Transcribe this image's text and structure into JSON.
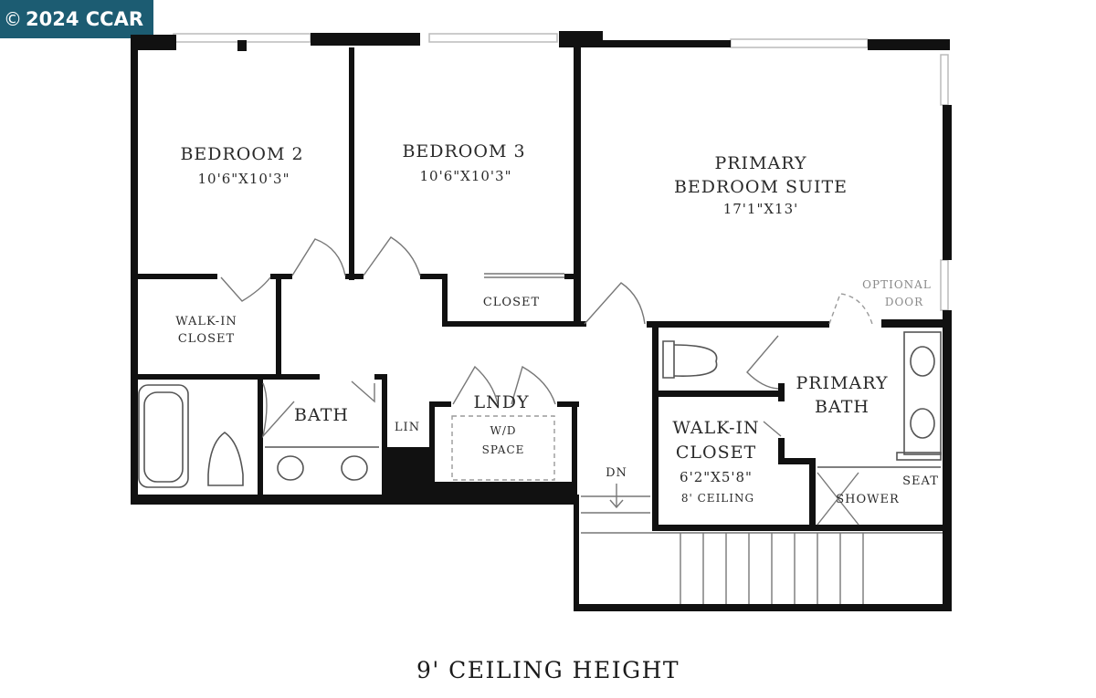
{
  "badge": {
    "symbol": "©",
    "text": "2024 CCAR"
  },
  "rooms": {
    "bedroom2": {
      "name": "BEDROOM 2",
      "dims": "10'6\"X10'3\""
    },
    "bedroom3": {
      "name": "BEDROOM 3",
      "dims": "10'6\"X10'3\""
    },
    "primary_suite": {
      "line1": "PRIMARY",
      "line2": "BEDROOM SUITE",
      "dims": "17'1\"X13'"
    },
    "closet": "CLOSET",
    "optional_door": {
      "line1": "OPTIONAL",
      "line2": "DOOR"
    },
    "walkin_closet_left": {
      "line1": "WALK-IN",
      "line2": "CLOSET"
    },
    "bath": "BATH",
    "linen": "LIN",
    "laundry": {
      "name": "LNDY",
      "space_line1": "W/D",
      "space_line2": "SPACE"
    },
    "stairs_label": "DN",
    "walkin_closet_right": {
      "line1": "WALK-IN",
      "line2": "CLOSET",
      "dims": "6'2\"X5'8\"",
      "ceiling": "8' CEILING"
    },
    "primary_bath": {
      "line1": "PRIMARY",
      "line2": "BATH"
    },
    "shower": "SHOWER",
    "seat": "SEAT"
  },
  "caption": "9' CEILING HEIGHT"
}
